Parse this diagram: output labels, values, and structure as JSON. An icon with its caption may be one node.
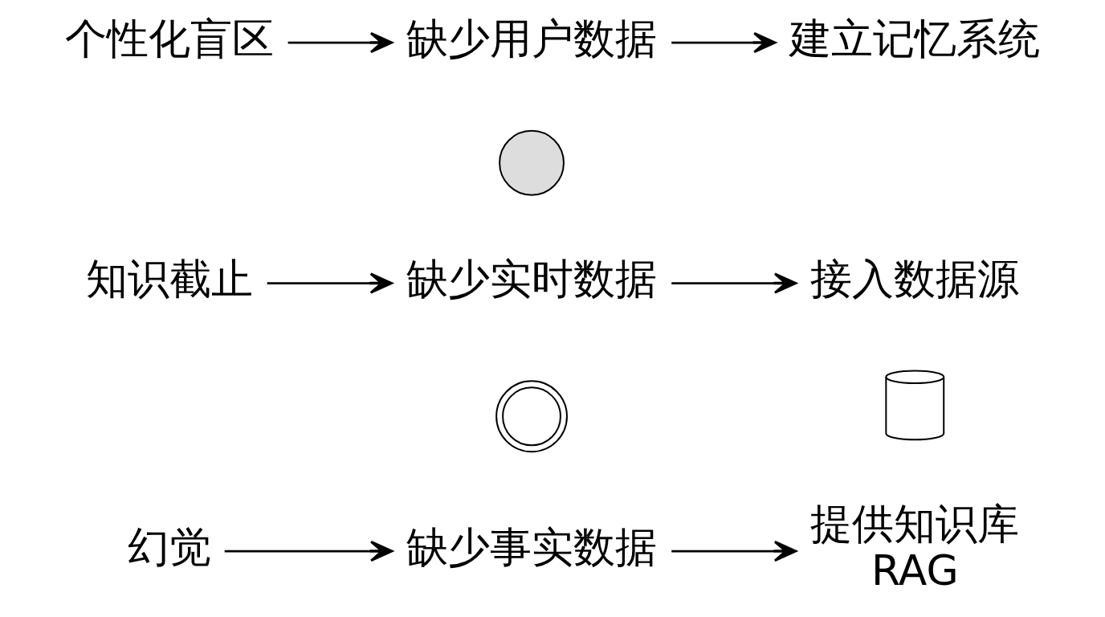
{
  "diagram": {
    "nodes": [
      {
        "text": [
          "幻觉"
        ]
      },
      {
        "text": [
          "缺少事实数据"
        ]
      },
      {
        "text": [
          "提供知识库",
          "RAG"
        ]
      },
      {
        "text": [],
        "shape": "cylinder"
      },
      {
        "text": [],
        "shape": "picture"
      },
      {
        "text": [
          "知识截止"
        ]
      },
      {
        "text": [
          "缺少实时数据"
        ]
      },
      {
        "text": [
          "接入数据源"
        ]
      },
      {
        "text": [],
        "shape": "person"
      },
      {
        "text": [
          "个性化盲区"
        ]
      },
      {
        "text": [
          "缺少用户数据"
        ]
      },
      {
        "text": [
          "建立记忆系统"
        ]
      }
    ],
    "edges": [
      {
        "from": 0,
        "to": 1,
        "arrow": "to"
      },
      {
        "from": 1,
        "to": 2,
        "arrow": "to"
      },
      {
        "from": 5,
        "to": 6,
        "arrow": "to"
      },
      {
        "from": 6,
        "to": 7,
        "arrow": "to"
      },
      {
        "from": 9,
        "to": 10,
        "arrow": "to"
      },
      {
        "from": 10,
        "to": 11,
        "arrow": "to"
      }
    ]
  }
}
